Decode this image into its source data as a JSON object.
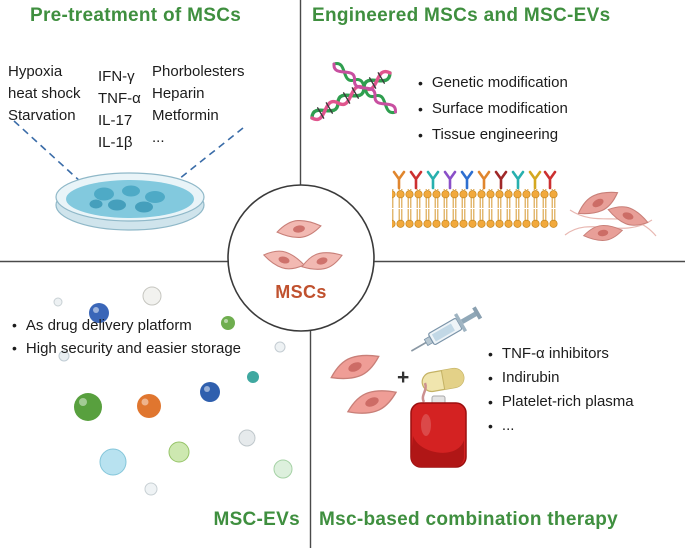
{
  "center": {
    "label": "MSCs"
  },
  "quadrants": {
    "pretreatment": {
      "title": "Pre-treatment of MSCs",
      "factors_col1": [
        "Hypoxia",
        "heat shock",
        "Starvation"
      ],
      "factors_col2": [
        "IFN-γ",
        "TNF-α",
        "IL-17",
        "IL-1β"
      ],
      "factors_col3": [
        "Phorbolesters",
        "Heparin",
        "Metformin",
        "..."
      ]
    },
    "engineered": {
      "title": "Engineered MSCs and MSC-EVs",
      "bullets": [
        "Genetic modification",
        "Surface modification",
        "Tissue engineering"
      ]
    },
    "msc_evs": {
      "title": "MSC-EVs",
      "bullets": [
        "As drug delivery platform",
        "High security and easier storage"
      ]
    },
    "combination": {
      "title": "Msc-based combination therapy",
      "plus_sign": "+",
      "bullets": [
        "TNF-α inhibitors",
        "Indirubin",
        "Platelet-rich plasma",
        "..."
      ]
    }
  },
  "colors": {
    "title_green": "#3f8f3f",
    "center_label": "#c0512e",
    "divider": "#4a4a4a",
    "dashed_line_blue": "#3a6ca8"
  }
}
